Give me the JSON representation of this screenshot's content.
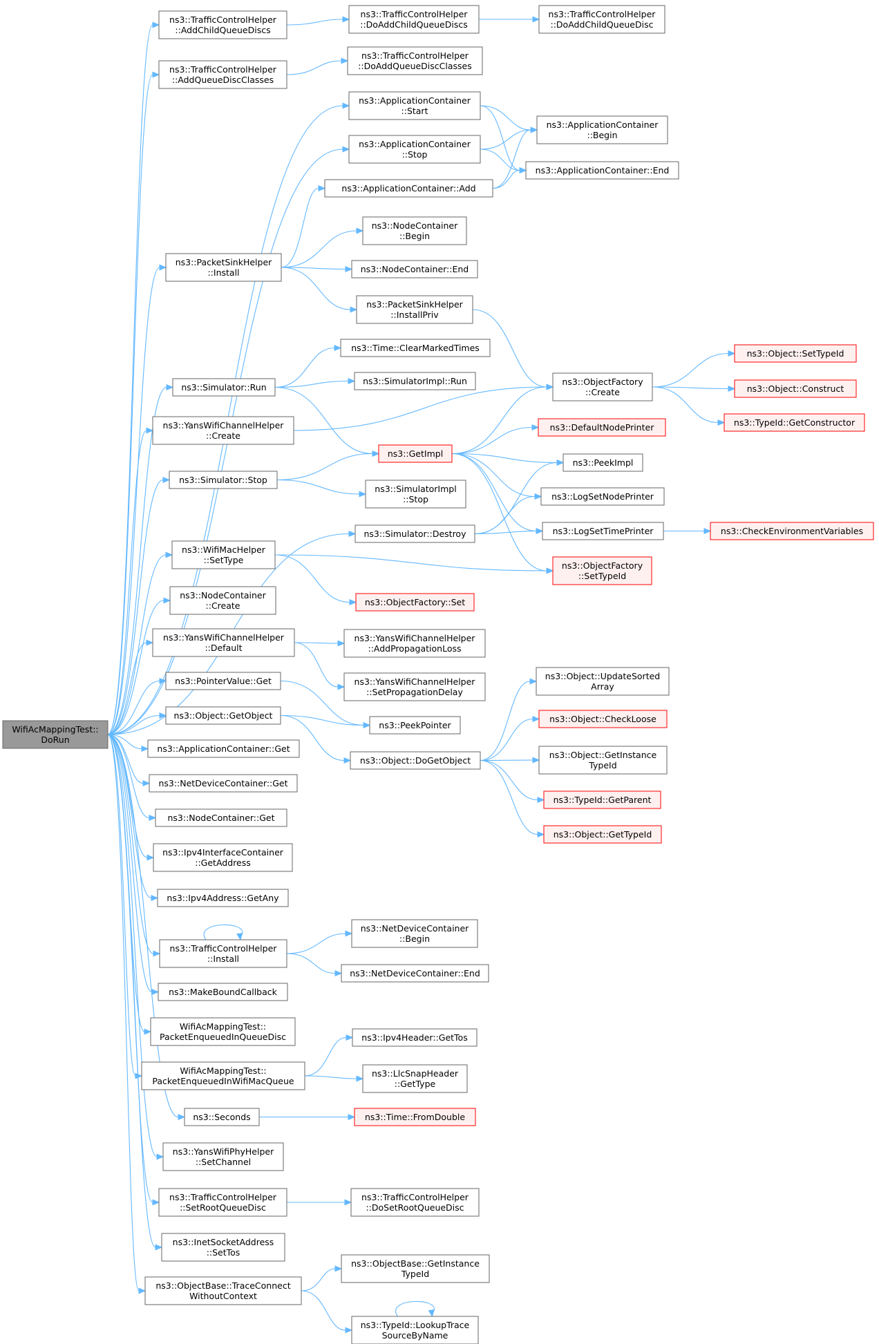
{
  "colors": {
    "edge": "#63b8ff",
    "normal_border": "#666666",
    "normal_fill": "#ffffff",
    "red_border": "#ff0000",
    "red_fill": "#fff0f0",
    "root_fill": "#999999",
    "root_border": "#666666"
  },
  "nodes": [
    {
      "id": "root",
      "style": "root",
      "label": [
        "WifiAcMappingTest::",
        "DoRun"
      ]
    },
    {
      "id": "tch_addchild",
      "style": "normal",
      "label": [
        "ns3::TrafficControlHelper",
        "::AddChildQueueDiscs"
      ]
    },
    {
      "id": "tch_doaddchilds",
      "style": "normal",
      "label": [
        "ns3::TrafficControlHelper",
        "::DoAddChildQueueDiscs"
      ]
    },
    {
      "id": "tch_doaddchild",
      "style": "normal",
      "label": [
        "ns3::TrafficControlHelper",
        "::DoAddChildQueueDisc"
      ]
    },
    {
      "id": "tch_addclasses",
      "style": "normal",
      "label": [
        "ns3::TrafficControlHelper",
        "::AddQueueDiscClasses"
      ]
    },
    {
      "id": "tch_doaddclasses",
      "style": "normal",
      "label": [
        "ns3::TrafficControlHelper",
        "::DoAddQueueDiscClasses"
      ]
    },
    {
      "id": "ac_start",
      "style": "normal",
      "label": [
        "ns3::ApplicationContainer",
        "::Start"
      ]
    },
    {
      "id": "ac_begin",
      "style": "normal",
      "label": [
        "ns3::ApplicationContainer",
        "::Begin"
      ]
    },
    {
      "id": "ac_stop",
      "style": "normal",
      "label": [
        "ns3::ApplicationContainer",
        "::Stop"
      ]
    },
    {
      "id": "ac_end",
      "style": "normal",
      "label": [
        "ns3::ApplicationContainer::End"
      ]
    },
    {
      "id": "ac_add",
      "style": "normal",
      "label": [
        "ns3::ApplicationContainer::Add"
      ]
    },
    {
      "id": "psh_install",
      "style": "normal",
      "label": [
        "ns3::PacketSinkHelper",
        "::Install"
      ]
    },
    {
      "id": "nc_begin",
      "style": "normal",
      "label": [
        "ns3::NodeContainer",
        "::Begin"
      ]
    },
    {
      "id": "nc_end",
      "style": "normal",
      "label": [
        "ns3::NodeContainer::End"
      ]
    },
    {
      "id": "psh_installpriv",
      "style": "normal",
      "label": [
        "ns3::PacketSinkHelper",
        "::InstallPriv"
      ]
    },
    {
      "id": "time_clear",
      "style": "normal",
      "label": [
        "ns3::Time::ClearMarkedTimes"
      ]
    },
    {
      "id": "sim_run",
      "style": "normal",
      "label": [
        "ns3::Simulator::Run"
      ]
    },
    {
      "id": "simimpl_run",
      "style": "normal",
      "label": [
        "ns3::SimulatorImpl::Run"
      ]
    },
    {
      "id": "of_create",
      "style": "normal",
      "label": [
        "ns3::ObjectFactory",
        "::Create"
      ]
    },
    {
      "id": "obj_settypeid",
      "style": "red",
      "label": [
        "ns3::Object::SetTypeId"
      ]
    },
    {
      "id": "obj_construct",
      "style": "red",
      "label": [
        "ns3::Object::Construct"
      ]
    },
    {
      "id": "typeid_getctor",
      "style": "red",
      "label": [
        "ns3::TypeId::GetConstructor"
      ]
    },
    {
      "id": "ywch_create",
      "style": "normal",
      "label": [
        "ns3::YansWifiChannelHelper",
        "::Create"
      ]
    },
    {
      "id": "getimpl",
      "style": "red",
      "label": [
        "ns3::GetImpl"
      ]
    },
    {
      "id": "default_node_printer",
      "style": "red",
      "label": [
        "ns3::DefaultNodePrinter"
      ]
    },
    {
      "id": "peekimpl",
      "style": "normal",
      "label": [
        "ns3::PeekImpl"
      ]
    },
    {
      "id": "sim_stop",
      "style": "normal",
      "label": [
        "ns3::Simulator::Stop"
      ]
    },
    {
      "id": "simimpl_stop",
      "style": "normal",
      "label": [
        "ns3::SimulatorImpl",
        "::Stop"
      ]
    },
    {
      "id": "logsetnode",
      "style": "normal",
      "label": [
        "ns3::LogSetNodePrinter"
      ]
    },
    {
      "id": "sim_destroy",
      "style": "normal",
      "label": [
        "ns3::Simulator::Destroy"
      ]
    },
    {
      "id": "logsettime",
      "style": "normal",
      "label": [
        "ns3::LogSetTimePrinter"
      ]
    },
    {
      "id": "check_env",
      "style": "red",
      "label": [
        "ns3::CheckEnvironmentVariables"
      ]
    },
    {
      "id": "wmh_settype",
      "style": "normal",
      "label": [
        "ns3::WifiMacHelper",
        "::SetType"
      ]
    },
    {
      "id": "of_settypeid",
      "style": "red",
      "label": [
        "ns3::ObjectFactory",
        "::SetTypeId"
      ]
    },
    {
      "id": "of_set",
      "style": "red",
      "label": [
        "ns3::ObjectFactory::Set"
      ]
    },
    {
      "id": "nc_create",
      "style": "normal",
      "label": [
        "ns3::NodeContainer",
        "::Create"
      ]
    },
    {
      "id": "ywch_default",
      "style": "normal",
      "label": [
        "ns3::YansWifiChannelHelper",
        "::Default"
      ]
    },
    {
      "id": "ywch_addprop",
      "style": "normal",
      "label": [
        "ns3::YansWifiChannelHelper",
        "::AddPropagationLoss"
      ]
    },
    {
      "id": "ywch_setdelay",
      "style": "normal",
      "label": [
        "ns3::YansWifiChannelHelper",
        "::SetPropagationDelay"
      ]
    },
    {
      "id": "obj_updatesorted",
      "style": "normal",
      "label": [
        "ns3::Object::UpdateSorted",
        "Array"
      ]
    },
    {
      "id": "pv_get",
      "style": "normal",
      "label": [
        "ns3::PointerValue::Get"
      ]
    },
    {
      "id": "obj_getobject",
      "style": "normal",
      "label": [
        "ns3::Object::GetObject"
      ]
    },
    {
      "id": "peekpointer",
      "style": "normal",
      "label": [
        "ns3::PeekPointer"
      ]
    },
    {
      "id": "obj_checkloose",
      "style": "red",
      "label": [
        "ns3::Object::CheckLoose"
      ]
    },
    {
      "id": "ac_get",
      "style": "normal",
      "label": [
        "ns3::ApplicationContainer::Get"
      ]
    },
    {
      "id": "obj_dogetobject",
      "style": "normal",
      "label": [
        "ns3::Object::DoGetObject"
      ]
    },
    {
      "id": "obj_getinstance",
      "style": "normal",
      "label": [
        "ns3::Object::GetInstance",
        "TypeId"
      ]
    },
    {
      "id": "ndc_get",
      "style": "normal",
      "label": [
        "ns3::NetDeviceContainer::Get"
      ]
    },
    {
      "id": "typeid_getparent",
      "style": "red",
      "label": [
        "ns3::TypeId::GetParent"
      ]
    },
    {
      "id": "nc_get",
      "style": "normal",
      "label": [
        "ns3::NodeContainer::Get"
      ]
    },
    {
      "id": "obj_gettypeid",
      "style": "red",
      "label": [
        "ns3::Object::GetTypeId"
      ]
    },
    {
      "id": "ipv4ic_getaddr",
      "style": "normal",
      "label": [
        "ns3::Ipv4InterfaceContainer",
        "::GetAddress"
      ]
    },
    {
      "id": "ipv4addr_getany",
      "style": "normal",
      "label": [
        "ns3::Ipv4Address::GetAny"
      ]
    },
    {
      "id": "tch_install",
      "style": "normal",
      "label": [
        "ns3::TrafficControlHelper",
        "::Install"
      ]
    },
    {
      "id": "ndc_begin",
      "style": "normal",
      "label": [
        "ns3::NetDeviceContainer",
        "::Begin"
      ]
    },
    {
      "id": "ndc_end",
      "style": "normal",
      "label": [
        "ns3::NetDeviceContainer::End"
      ]
    },
    {
      "id": "makeboundcb",
      "style": "normal",
      "label": [
        "ns3::MakeBoundCallback"
      ]
    },
    {
      "id": "wamt_enq_qdisc",
      "style": "normal",
      "label": [
        "WifiAcMappingTest::",
        "PacketEnqueuedInQueueDisc"
      ]
    },
    {
      "id": "ipv4hdr_gettos",
      "style": "normal",
      "label": [
        "ns3::Ipv4Header::GetTos"
      ]
    },
    {
      "id": "wamt_enq_mac",
      "style": "normal",
      "label": [
        "WifiAcMappingTest::",
        "PacketEnqueuedInWifiMacQueue"
      ]
    },
    {
      "id": "llcsnap_gettype",
      "style": "normal",
      "label": [
        "ns3::LlcSnapHeader",
        "::GetType"
      ]
    },
    {
      "id": "seconds",
      "style": "normal",
      "label": [
        "ns3::Seconds"
      ]
    },
    {
      "id": "time_fromdouble",
      "style": "red",
      "label": [
        "ns3::Time::FromDouble"
      ]
    },
    {
      "id": "ywph_setchannel",
      "style": "normal",
      "label": [
        "ns3::YansWifiPhyHelper",
        "::SetChannel"
      ]
    },
    {
      "id": "tch_setroot",
      "style": "normal",
      "label": [
        "ns3::TrafficControlHelper",
        "::SetRootQueueDisc"
      ]
    },
    {
      "id": "tch_dosetroot",
      "style": "normal",
      "label": [
        "ns3::TrafficControlHelper",
        "::DoSetRootQueueDisc"
      ]
    },
    {
      "id": "isa_settos",
      "style": "normal",
      "label": [
        "ns3::InetSocketAddress",
        "::SetTos"
      ]
    },
    {
      "id": "ob_getinstance",
      "style": "normal",
      "label": [
        "ns3::ObjectBase::GetInstance",
        "TypeId"
      ]
    },
    {
      "id": "ob_traceconnect",
      "style": "normal",
      "label": [
        "ns3::ObjectBase::TraceConnect",
        "WithoutContext"
      ]
    },
    {
      "id": "typeid_lookup",
      "style": "normal",
      "label": [
        "ns3::TypeId::LookupTrace",
        "SourceByName"
      ]
    }
  ],
  "edges": [
    [
      "root",
      "tch_addchild"
    ],
    [
      "root",
      "tch_addclasses"
    ],
    [
      "root",
      "ac_start"
    ],
    [
      "root",
      "ac_stop"
    ],
    [
      "root",
      "psh_install"
    ],
    [
      "root",
      "sim_run"
    ],
    [
      "root",
      "ywch_create"
    ],
    [
      "root",
      "sim_stop"
    ],
    [
      "root",
      "sim_destroy"
    ],
    [
      "root",
      "wmh_settype"
    ],
    [
      "root",
      "nc_create"
    ],
    [
      "root",
      "ywch_default"
    ],
    [
      "root",
      "pv_get"
    ],
    [
      "root",
      "obj_getobject"
    ],
    [
      "root",
      "ac_get"
    ],
    [
      "root",
      "ndc_get"
    ],
    [
      "root",
      "nc_get"
    ],
    [
      "root",
      "ipv4ic_getaddr"
    ],
    [
      "root",
      "ipv4addr_getany"
    ],
    [
      "root",
      "tch_install"
    ],
    [
      "root",
      "makeboundcb"
    ],
    [
      "root",
      "wamt_enq_qdisc"
    ],
    [
      "root",
      "wamt_enq_mac"
    ],
    [
      "root",
      "seconds"
    ],
    [
      "root",
      "ywph_setchannel"
    ],
    [
      "root",
      "tch_setroot"
    ],
    [
      "root",
      "isa_settos"
    ],
    [
      "root",
      "ob_traceconnect"
    ],
    [
      "tch_addchild",
      "tch_doaddchilds"
    ],
    [
      "tch_doaddchilds",
      "tch_doaddchild"
    ],
    [
      "tch_addclasses",
      "tch_doaddclasses"
    ],
    [
      "ac_start",
      "ac_begin"
    ],
    [
      "ac_start",
      "ac_end"
    ],
    [
      "ac_stop",
      "ac_begin"
    ],
    [
      "ac_stop",
      "ac_end"
    ],
    [
      "ac_add",
      "ac_begin"
    ],
    [
      "ac_add",
      "ac_end"
    ],
    [
      "psh_install",
      "ac_add"
    ],
    [
      "psh_install",
      "nc_begin"
    ],
    [
      "psh_install",
      "nc_end"
    ],
    [
      "psh_install",
      "psh_installpriv"
    ],
    [
      "psh_installpriv",
      "of_create"
    ],
    [
      "sim_run",
      "time_clear"
    ],
    [
      "sim_run",
      "simimpl_run"
    ],
    [
      "sim_run",
      "getimpl"
    ],
    [
      "ywch_create",
      "of_create"
    ],
    [
      "of_create",
      "obj_settypeid"
    ],
    [
      "of_create",
      "obj_construct"
    ],
    [
      "of_create",
      "typeid_getctor"
    ],
    [
      "getimpl",
      "of_create"
    ],
    [
      "getimpl",
      "default_node_printer"
    ],
    [
      "getimpl",
      "peekimpl"
    ],
    [
      "getimpl",
      "logsetnode"
    ],
    [
      "getimpl",
      "logsettime"
    ],
    [
      "getimpl",
      "of_settypeid"
    ],
    [
      "sim_stop",
      "getimpl"
    ],
    [
      "sim_stop",
      "simimpl_stop"
    ],
    [
      "sim_destroy",
      "peekimpl"
    ],
    [
      "sim_destroy",
      "logsetnode"
    ],
    [
      "sim_destroy",
      "logsettime"
    ],
    [
      "logsettime",
      "check_env"
    ],
    [
      "wmh_settype",
      "of_settypeid"
    ],
    [
      "wmh_settype",
      "of_set"
    ],
    [
      "ywch_default",
      "ywch_addprop"
    ],
    [
      "ywch_default",
      "ywch_setdelay"
    ],
    [
      "pv_get",
      "peekpointer"
    ],
    [
      "obj_getobject",
      "peekpointer"
    ],
    [
      "obj_getobject",
      "obj_dogetobject"
    ],
    [
      "obj_dogetobject",
      "obj_updatesorted"
    ],
    [
      "obj_dogetobject",
      "obj_checkloose"
    ],
    [
      "obj_dogetobject",
      "obj_getinstance"
    ],
    [
      "obj_dogetobject",
      "typeid_getparent"
    ],
    [
      "obj_dogetobject",
      "obj_gettypeid"
    ],
    [
      "tch_install",
      "tch_install"
    ],
    [
      "tch_install",
      "ndc_begin"
    ],
    [
      "tch_install",
      "ndc_end"
    ],
    [
      "wamt_enq_mac",
      "ipv4hdr_gettos"
    ],
    [
      "wamt_enq_mac",
      "llcsnap_gettype"
    ],
    [
      "seconds",
      "time_fromdouble"
    ],
    [
      "tch_setroot",
      "tch_dosetroot"
    ],
    [
      "ob_traceconnect",
      "ob_getinstance"
    ],
    [
      "ob_traceconnect",
      "typeid_lookup"
    ],
    [
      "typeid_lookup",
      "typeid_lookup"
    ]
  ]
}
